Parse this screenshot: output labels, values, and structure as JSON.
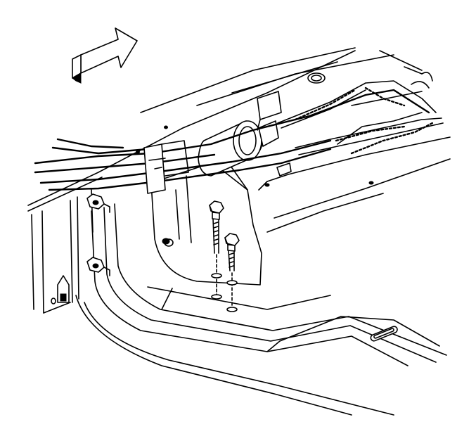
{
  "figure": {
    "components": [
      "direction-arrow",
      "frame-rail",
      "fuel-filter",
      "fuel-lines",
      "mounting-bracket",
      "bolt",
      "crossmember"
    ],
    "colors": {
      "line": "#000000",
      "background": "#ffffff"
    }
  }
}
